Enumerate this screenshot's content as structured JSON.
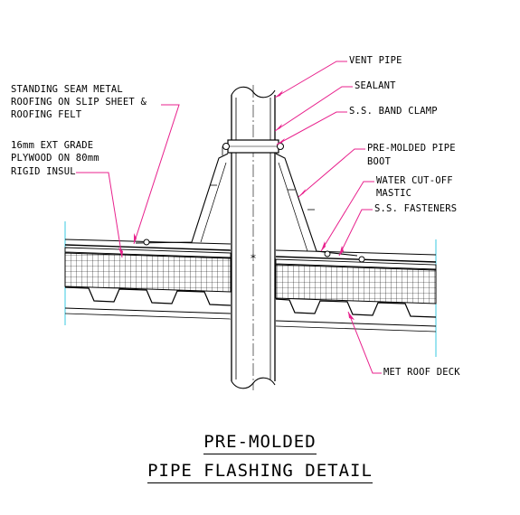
{
  "title": {
    "line1": "PRE-MOLDED",
    "line2": "PIPE FLASHING DETAIL"
  },
  "labels": {
    "vent_pipe": "VENT PIPE",
    "sealant": "SEALANT",
    "band_clamp": "S.S. BAND CLAMP",
    "boot_line1": "PRE-MOLDED PIPE",
    "boot_line2": "BOOT",
    "mastic_line1": "WATER CUT-OFF",
    "mastic_line2": "MASTIC",
    "fasteners": "S.S. FASTENERS",
    "deck": "MET ROOF DECK",
    "roofing_line1": "STANDING SEAM METAL",
    "roofing_line2": "ROOFING ON SLIP SHEET &",
    "roofing_line3": "ROOFING FELT",
    "insul_line1": "16mm EXT GRADE",
    "insul_line2": "PLYWOOD ON 80mm",
    "insul_line3": "RIGID INSUL"
  },
  "colors": {
    "ink": "#000000",
    "leader": "#e8208c",
    "break_line": "#38c8e0",
    "background": "#ffffff"
  }
}
